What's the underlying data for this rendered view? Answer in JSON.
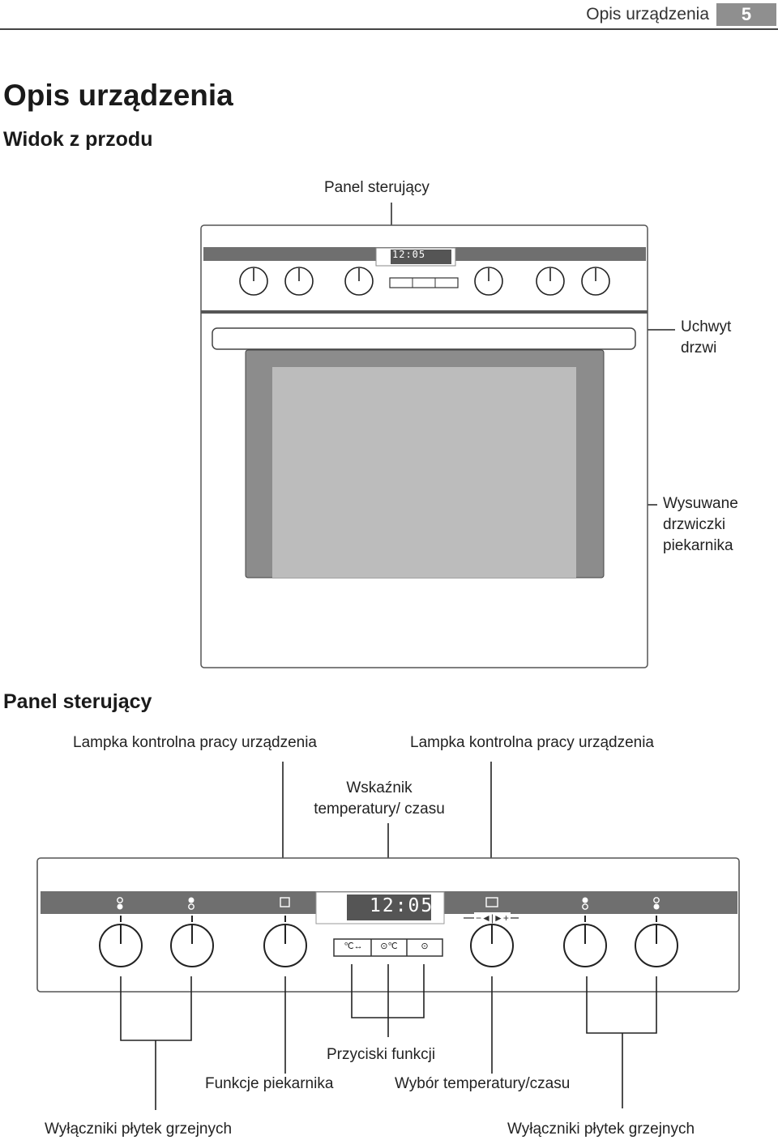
{
  "header": {
    "section_title": "Opis urządzenia",
    "page_number": "5"
  },
  "title": "Opis urządzenia",
  "front_view": {
    "heading": "Widok z przodu",
    "callouts": {
      "control_panel": "Panel sterujący",
      "door_handle_line1": "Uchwyt",
      "door_handle_line2": "drzwi",
      "oven_door_line1": "Wysuwane",
      "oven_door_line2": "drzwiczki",
      "oven_door_line3": "piekarnika"
    },
    "display_time": "12:05"
  },
  "control_panel": {
    "heading": "Panel sterujący",
    "callouts": {
      "pilot_lamp_left": "Lampka kontrolna pracy urządzenia",
      "pilot_lamp_right": "Lampka kontrolna pracy urządzenia",
      "indicator_line1": "Wskaźnik",
      "indicator_line2": "temperatury/ czasu",
      "function_buttons": "Przyciski funkcji",
      "oven_functions": "Funkcje piekarnika",
      "temp_time_select": "Wybór temperatury/czasu",
      "hob_switches_left": "Wyłączniki płytek grzejnych",
      "hob_switches_right": "Wyłączniki płytek grzejnych"
    },
    "display_time": "12:05",
    "button_symbols": [
      "℃↔",
      "⊙℃",
      "⊙"
    ],
    "selector_symbols": "−◄|►+"
  }
}
